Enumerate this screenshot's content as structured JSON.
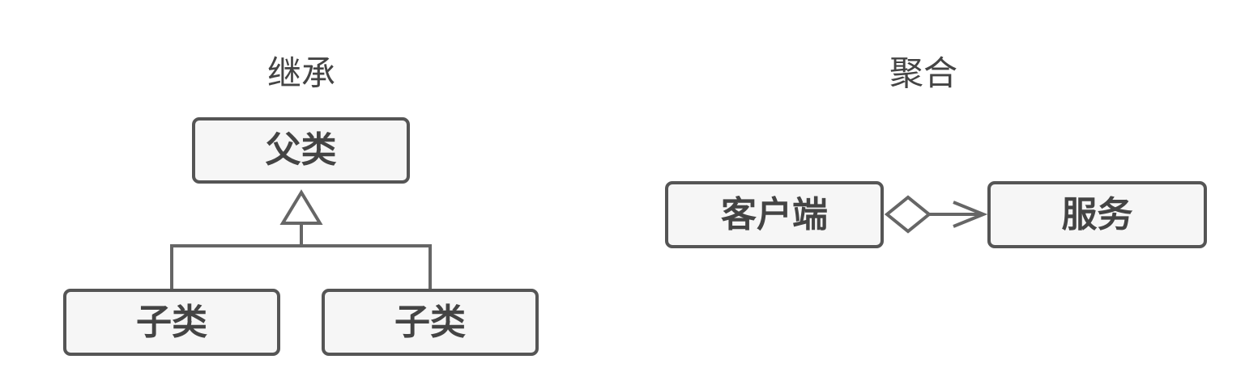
{
  "inheritance": {
    "title": "继承",
    "parent": "父类",
    "children": [
      "子类",
      "子类"
    ]
  },
  "aggregation": {
    "title": "聚合",
    "whole": "客户端",
    "part": "服务"
  },
  "colors": {
    "stroke": "#555555",
    "box_fill": "#f6f6f6",
    "text": "#444444"
  }
}
